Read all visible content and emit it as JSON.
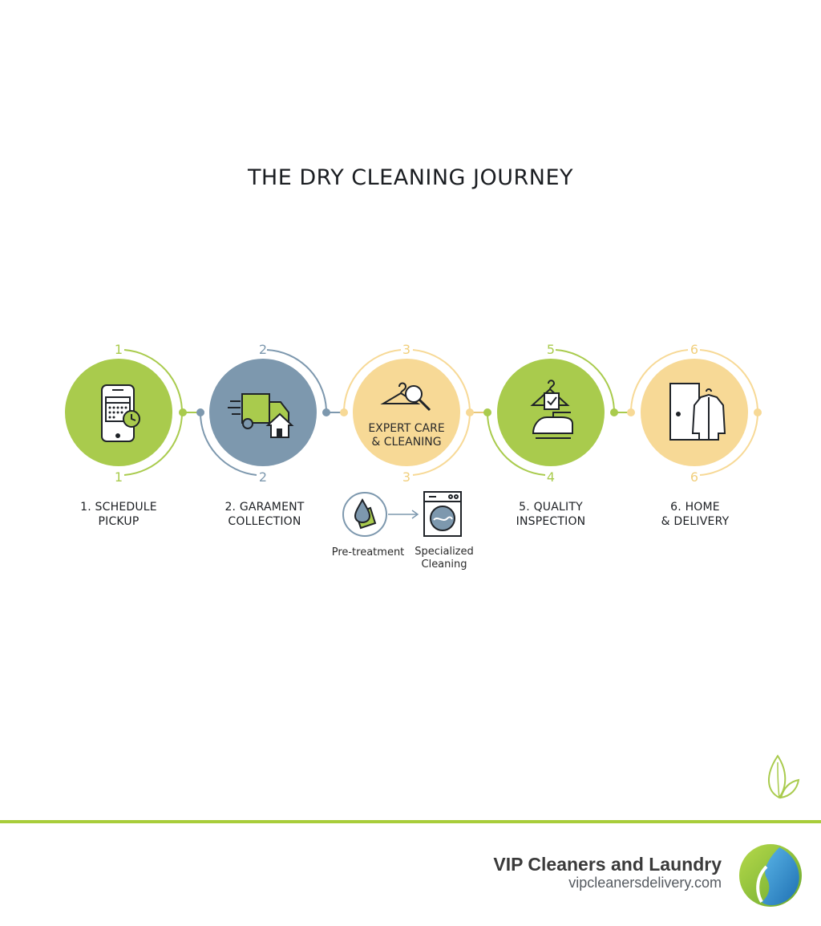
{
  "title": "THE DRY CLEANING JOURNEY",
  "colors": {
    "green": "#a9cb4d",
    "slate": "#7d98ae",
    "yellow": "#f7d996",
    "accent_line": "#a8cd3a",
    "text": "#1f2328"
  },
  "steps": [
    {
      "top_num": "1",
      "bottom_num": "1",
      "label_line1": "1. SCHEDULE",
      "label_line2": "PICKUP",
      "color": "green",
      "icon": "phone-calendar-clock-icon"
    },
    {
      "top_num": "2",
      "bottom_num": "2",
      "label_line1": "2. GARAMENT",
      "label_line2": "COLLECTION",
      "color": "slate",
      "icon": "delivery-van-house-icon"
    },
    {
      "top_num": "3",
      "bottom_num": "3",
      "center_line1": "EXPERT CARE",
      "center_line2": "& CLEANING",
      "color": "yellow",
      "icon": "hanger-magnifier-icon",
      "sub_steps": [
        {
          "label_line1": "Pre-treatment",
          "label_line2": "",
          "icon": "stain-drop-icon"
        },
        {
          "label_line1": "Specialized",
          "label_line2": "Cleaning",
          "icon": "washing-machine-icon"
        }
      ]
    },
    {
      "top_num": "5",
      "bottom_num": "4",
      "label_line1": "5. QUALITY",
      "label_line2": "INSPECTION",
      "color": "green",
      "icon": "hanger-tag-iron-icon"
    },
    {
      "top_num": "6",
      "bottom_num": "6",
      "label_line1": "6. HOME",
      "label_line2": "& DELIVERY",
      "color": "yellow",
      "icon": "door-shirt-icon"
    }
  ],
  "footer": {
    "brand": "VIP Cleaners and Laundry",
    "url": "vipcleanersdelivery.com",
    "logo_icon": "vip-leaf-drop-logo-icon",
    "corner_icon": "leaf-sprout-icon"
  }
}
